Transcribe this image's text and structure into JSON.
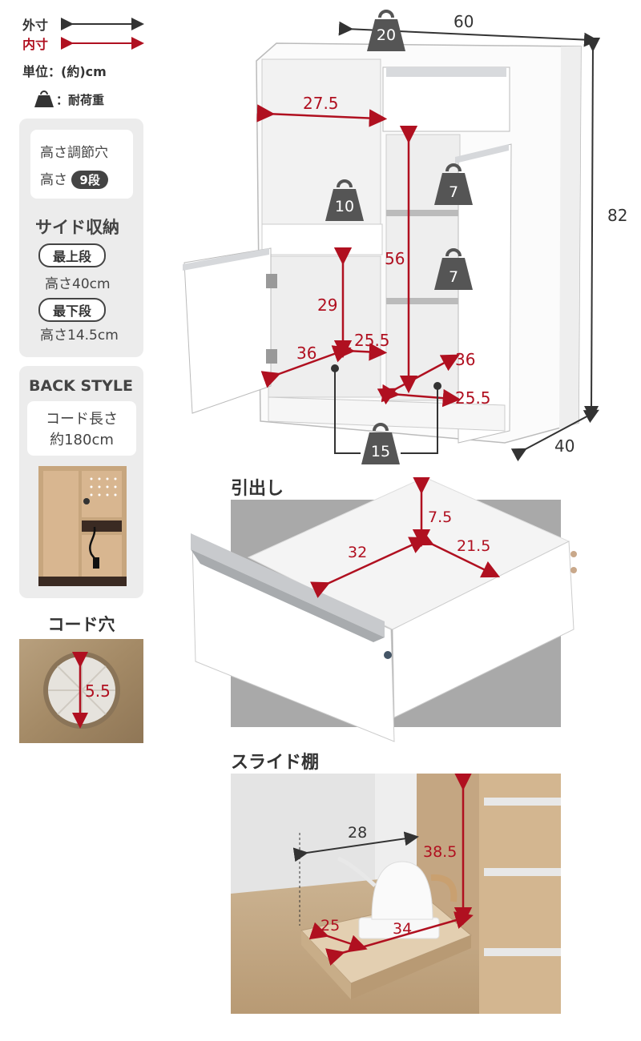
{
  "legend": {
    "outer_label": "外寸",
    "inner_label": "内寸",
    "unit_text": "単位：(約)cm",
    "load_text": "：耐荷重"
  },
  "side_panel": {
    "adjust_line1": "高さ調節穴",
    "adjust_line2_prefix": "高さ",
    "adjust_badge": "9段",
    "side_storage_title": "サイド収納",
    "top_pill": "最上段",
    "top_height": "高さ40cm",
    "bottom_pill": "最下段",
    "bottom_height": "高さ14.5cm"
  },
  "back_style": {
    "title": "BACK STYLE",
    "cord_line1": "コード長さ",
    "cord_line2": "約180cm"
  },
  "cord_hole": {
    "title": "コード穴",
    "diameter": "5.5"
  },
  "cabinet": {
    "width": "60",
    "height": "82",
    "depth": "40",
    "inner_top_width": "27.5",
    "inner_lower_height": "29",
    "inner_lower_depth": "36",
    "inner_lower_width": "25.5",
    "inner_right_height": "56",
    "inner_right_depth": "36",
    "inner_right_width": "25.5",
    "load_top": "20",
    "load_middle": "10",
    "load_shelf1": "7",
    "load_shelf2": "7",
    "load_bottom": "15"
  },
  "drawer": {
    "title": "引出し",
    "height": "7.5",
    "width": "32",
    "depth": "21.5"
  },
  "slide_shelf": {
    "title": "スライド棚",
    "width_top": "28",
    "height": "38.5",
    "depth": "25",
    "width_bottom": "34"
  },
  "colors": {
    "inner_arrow": "#b01020",
    "outer_arrow": "#333333",
    "weight_icon": "#555555",
    "panel_bg": "#ececec"
  }
}
